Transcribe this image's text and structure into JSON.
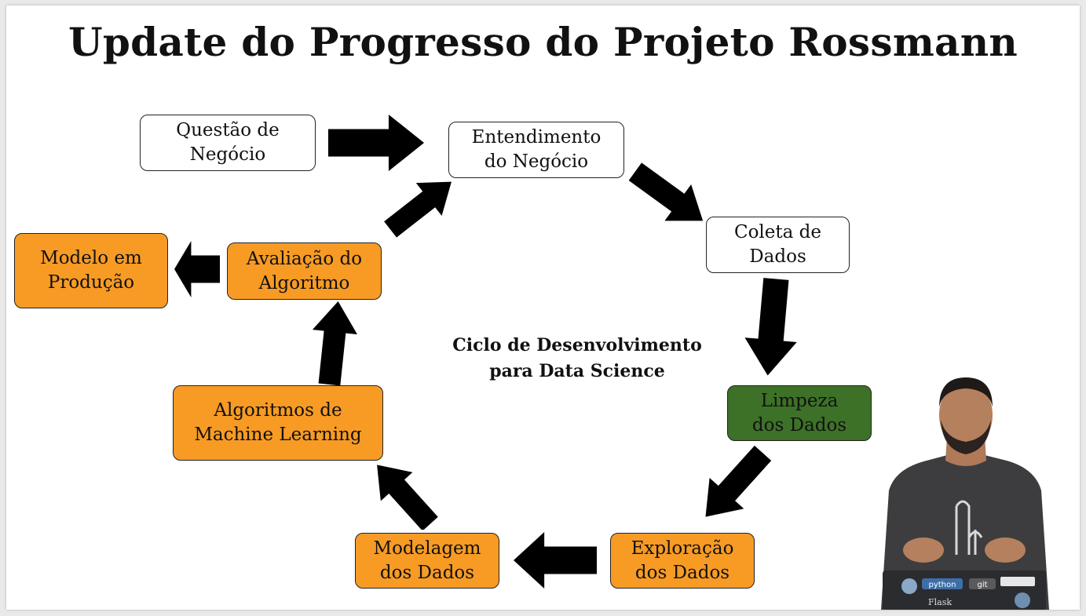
{
  "title": "Update do Progresso do Projeto Rossmann",
  "center_label": "Ciclo de Desenvolvimento\npara Data Science",
  "colors": {
    "white_box": "#ffffff",
    "orange_box": "#f79b25",
    "green_box": "#3d7127",
    "arrow": "#000000"
  },
  "nodes": {
    "questao": {
      "label": "Questão de\nNegócio",
      "fill": "#ffffff"
    },
    "entendimento": {
      "label": "Entendimento\ndo Negócio",
      "fill": "#ffffff"
    },
    "coleta": {
      "label": "Coleta de\nDados",
      "fill": "#ffffff"
    },
    "limpeza": {
      "label": "Limpeza\ndos Dados",
      "fill": "#3d7127"
    },
    "exploracao": {
      "label": "Exploração\ndos Dados",
      "fill": "#f79b25"
    },
    "modelagem": {
      "label": "Modelagem\ndos Dados",
      "fill": "#f79b25"
    },
    "algoritmos": {
      "label": "Algoritmos de\nMachine Learning",
      "fill": "#f79b25"
    },
    "avaliacao": {
      "label": "Avaliação do\nAlgoritmo",
      "fill": "#f79b25"
    },
    "producao": {
      "label": "Modelo em\nProdução",
      "fill": "#f79b25"
    }
  },
  "presenter": {
    "laptop_stickers": [
      "python",
      "git",
      "Flask"
    ]
  }
}
